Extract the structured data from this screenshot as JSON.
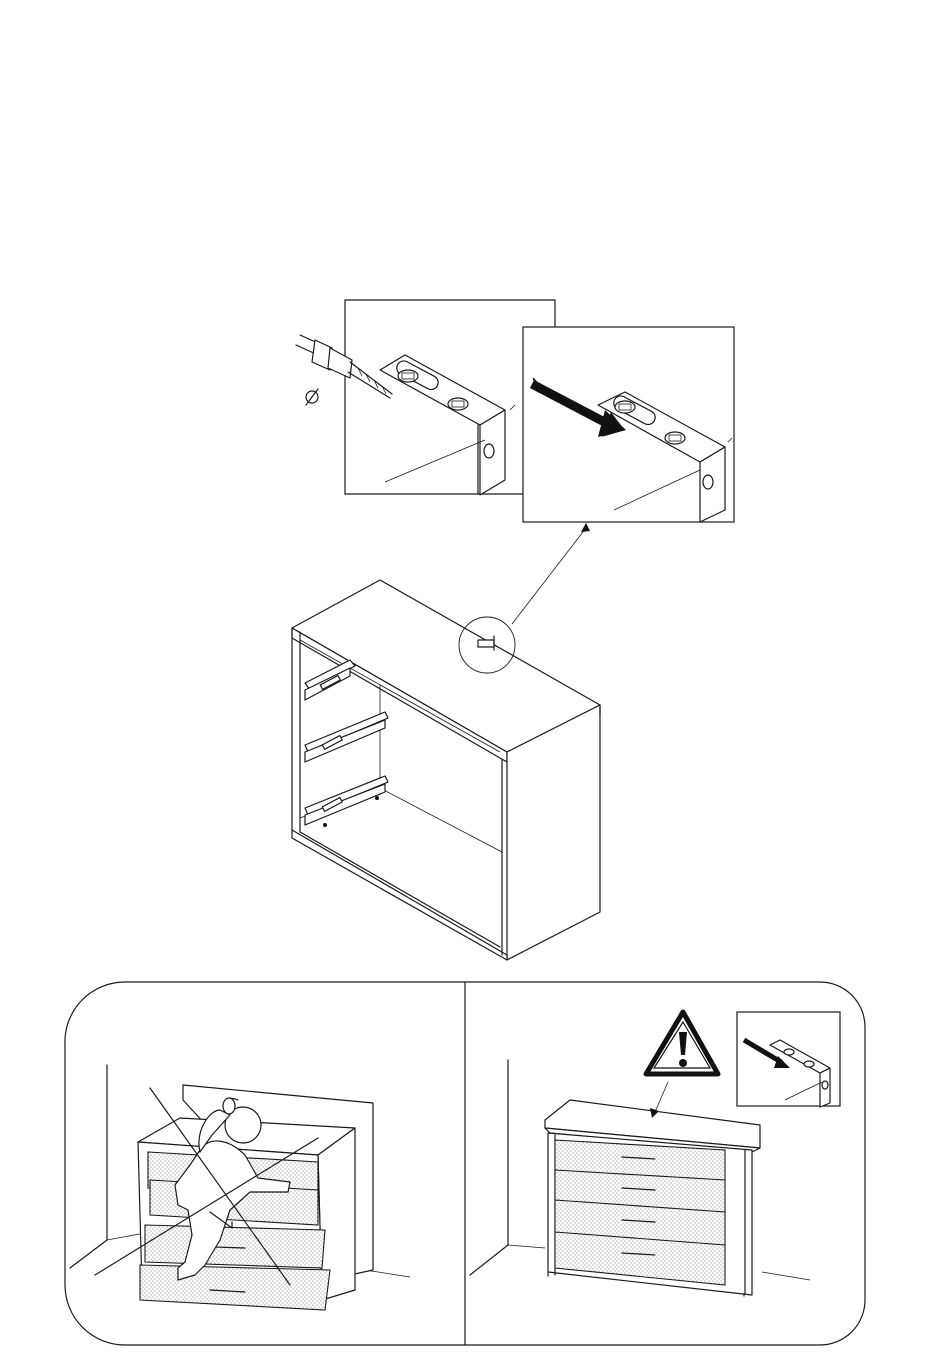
{
  "document": {
    "type": "assembly-instruction-page",
    "tool_symbol": "⌀",
    "warning_symbol": "!"
  },
  "panels": {
    "detail_drill": {
      "icon": "drill-icon"
    },
    "detail_arrow": {
      "icon": "insert-arrow-icon"
    },
    "main_carcass": {
      "icon": "chest-carcass-drawing"
    },
    "bottom_left": {
      "icon": "child-climbing-crossed-out"
    },
    "bottom_right": {
      "icon": "wall-anchored-chest"
    }
  }
}
